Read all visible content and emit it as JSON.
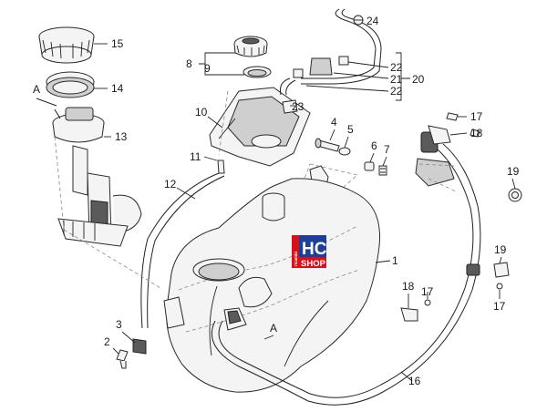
{
  "callouts": [
    {
      "id": "c15",
      "text": "15"
    },
    {
      "id": "c14",
      "text": "14"
    },
    {
      "id": "cA1",
      "text": "A"
    },
    {
      "id": "c13",
      "text": "13"
    },
    {
      "id": "c8",
      "text": "8"
    },
    {
      "id": "c9",
      "text": "9"
    },
    {
      "id": "c10",
      "text": "10"
    },
    {
      "id": "c11",
      "text": "11"
    },
    {
      "id": "c12",
      "text": "12"
    },
    {
      "id": "c24",
      "text": "24"
    },
    {
      "id": "c22a",
      "text": "22"
    },
    {
      "id": "c21",
      "text": "21"
    },
    {
      "id": "c22b",
      "text": "22"
    },
    {
      "id": "c20",
      "text": "20"
    },
    {
      "id": "c23",
      "text": "23"
    },
    {
      "id": "c4",
      "text": "4"
    },
    {
      "id": "c5",
      "text": "5"
    },
    {
      "id": "c6",
      "text": "6"
    },
    {
      "id": "c7",
      "text": "7"
    },
    {
      "id": "c17a",
      "text": "17"
    },
    {
      "id": "c18a",
      "text": "18"
    },
    {
      "id": "c19a",
      "text": "19"
    },
    {
      "id": "c1",
      "text": "1"
    },
    {
      "id": "c19b",
      "text": "19"
    },
    {
      "id": "c18b",
      "text": "18"
    },
    {
      "id": "c17b",
      "text": "17"
    },
    {
      "id": "c17c",
      "text": "17"
    },
    {
      "id": "c3",
      "text": "3"
    },
    {
      "id": "c2",
      "text": "2"
    },
    {
      "id": "cA2",
      "text": "A"
    },
    {
      "id": "c16",
      "text": "16"
    }
  ],
  "logo": {
    "top": "HC",
    "bottom": "SHOP",
    "side": "ricambi"
  },
  "colors": {
    "line": "#222222",
    "logo_blue": "#1d3f9a",
    "logo_red": "#d8101a",
    "logo_white": "#ffffff"
  }
}
